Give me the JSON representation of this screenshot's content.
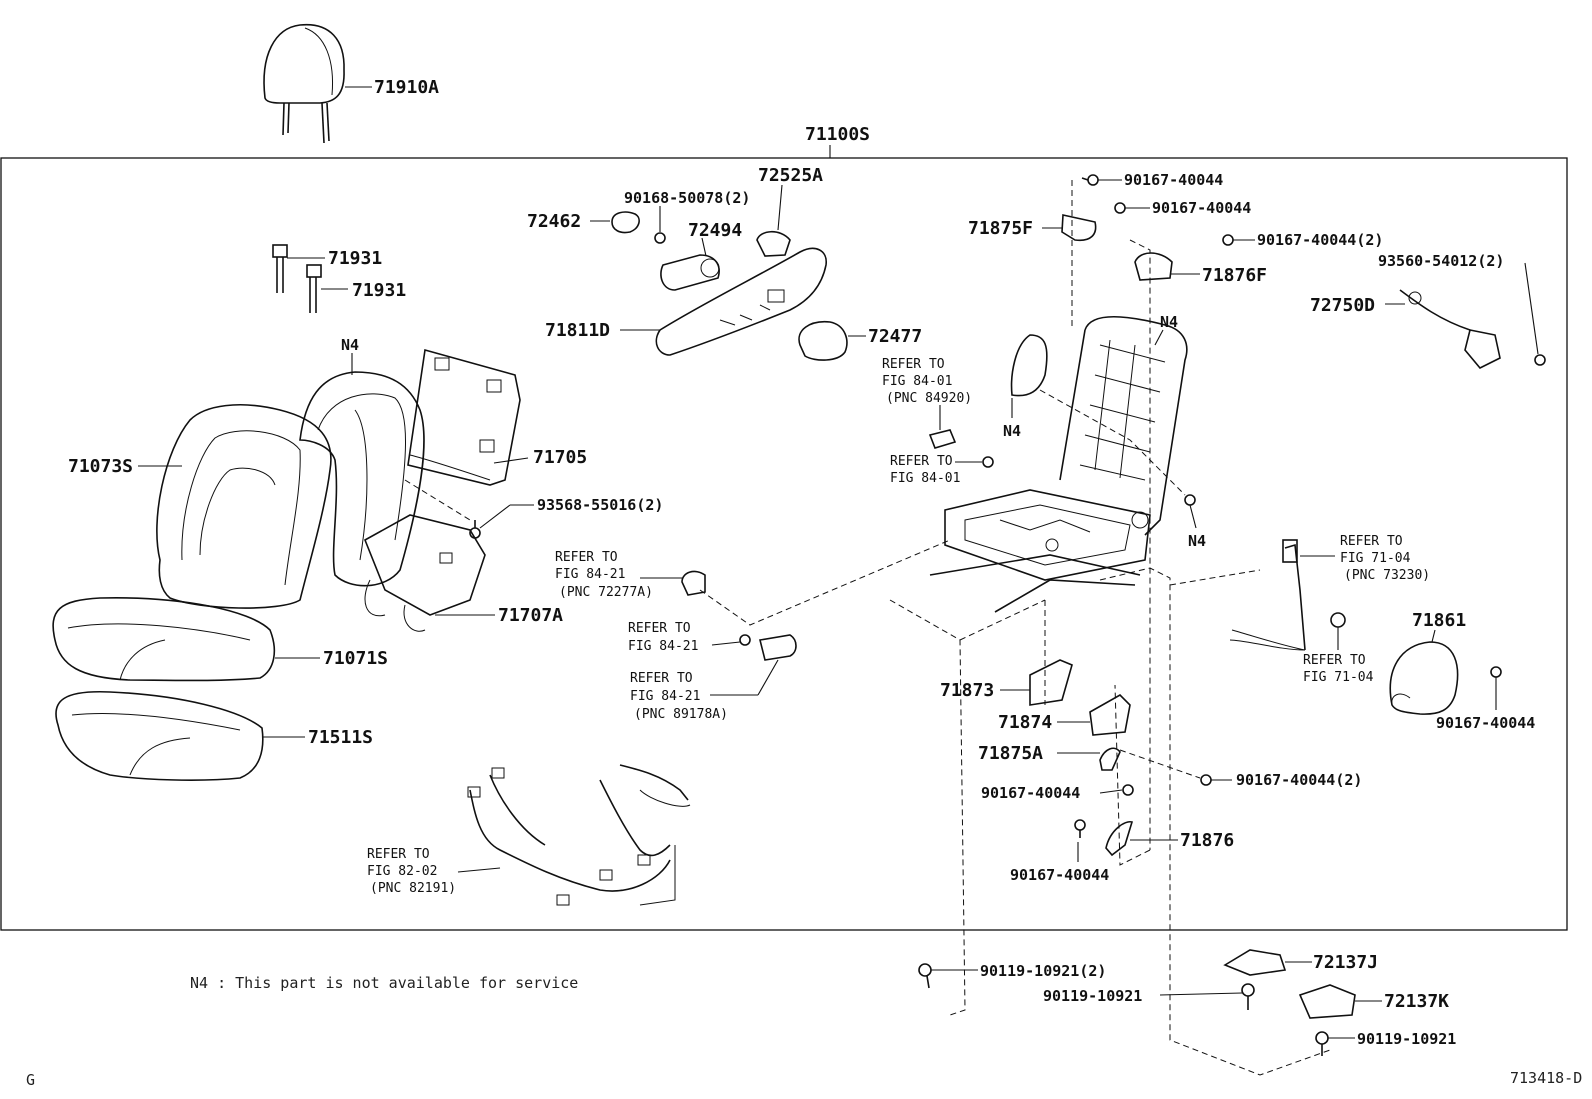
{
  "assembly_label": "71100S",
  "parts": {
    "p71910A": "71910A",
    "p71931a": "71931",
    "p71931b": "71931",
    "p72525A": "72525A",
    "p90168": "90168-50078(2)",
    "p72462": "72462",
    "p72494": "72494",
    "p71811D": "71811D",
    "p72477": "72477",
    "p71073S": "71073S",
    "p71705": "71705",
    "p93568": "93568-55016(2)",
    "p71707A": "71707A",
    "p71071S": "71071S",
    "p71511S": "71511S",
    "p90167_top1": "90167-40044",
    "p90167_top2": "90167-40044",
    "p90167_top3": "90167-40044(2)",
    "p71875F": "71875F",
    "p71876F": "71876F",
    "p93560": "93560-54012(2)",
    "p72750D": "72750D",
    "p71861": "71861",
    "p90167_right": "90167-40044",
    "p71873": "71873",
    "p71874": "71874",
    "p71875A": "71875A",
    "p90167_mid2": "90167-40044(2)",
    "p90167_mid1": "90167-40044",
    "p71876": "71876",
    "p90167_low": "90167-40044",
    "p90119_a": "90119-10921(2)",
    "p90119_b": "90119-10921",
    "p90119_c": "90119-10921",
    "p72137J": "72137J",
    "p72137K": "72137K"
  },
  "n4": {
    "a": "N4",
    "b": "N4",
    "c": "N4",
    "d": "N4"
  },
  "refs": {
    "r1": {
      "line1": "REFER TO",
      "line2": "FIG 84-01",
      "line3": "(PNC 84920)"
    },
    "r2": {
      "line1": "REFER TO",
      "line2": "FIG 84-01"
    },
    "r3": {
      "line1": "REFER TO",
      "line2": "FIG 84-21",
      "line3": "(PNC 72277A)"
    },
    "r4": {
      "line1": "REFER TO",
      "line2": "FIG 84-21"
    },
    "r5": {
      "line1": "REFER TO",
      "line2": "FIG 84-21",
      "line3": "(PNC 89178A)"
    },
    "r6": {
      "line1": "REFER TO",
      "line2": "FIG 82-02",
      "line3": "(PNC 82191)"
    },
    "r7": {
      "line1": "REFER TO",
      "line2": "FIG 71-04",
      "line3": "(PNC 73230)"
    },
    "r8": {
      "line1": "REFER TO",
      "line2": "FIG 71-04"
    }
  },
  "footnote": "N4 : This part is not available for service",
  "corner_left": "G",
  "corner_right": "713418-D"
}
